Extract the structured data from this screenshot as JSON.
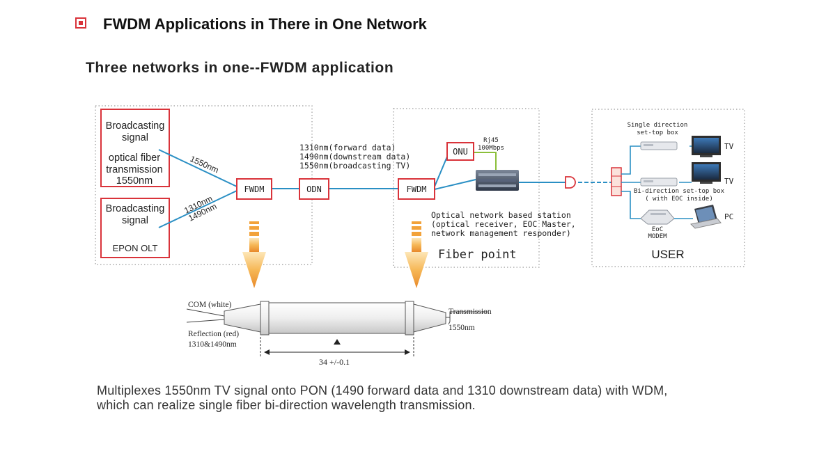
{
  "header": {
    "title": "FWDM Applications in There in One Network",
    "bullet_color": "#d9333a"
  },
  "subtitle": "Three networks in one--FWDM application",
  "olt_section": {
    "broadcast_top": [
      "Broadcasting",
      "signal"
    ],
    "fiber_lines": [
      "optical fiber",
      "transmission",
      "1550nm"
    ],
    "broadcast_bottom": [
      "Broadcasting",
      "signal"
    ],
    "olt_label": "EPON OLT",
    "wl_1550": "1550nm",
    "wl_1310": "1310nm",
    "wl_1490": "1490nm"
  },
  "nodes": {
    "fwdm_left": "FWDM",
    "odn": "ODN",
    "fwdm_right": "FWDM",
    "onu": "ONU"
  },
  "wavelength_notes": [
    "1310nm(forward data)",
    "1490nm(downstream data)",
    "1550nm(broadcasting TV)"
  ],
  "rj45": [
    "Rj45",
    "100Mbps"
  ],
  "station_notes": [
    "Optical network based station",
    "(optical receiver, EOC Master,",
    "network management responder)"
  ],
  "fiber_point": "Fiber point",
  "user_section": {
    "single_dir": [
      "Single direction",
      "set-top box"
    ],
    "tv1": "TV",
    "tv2": "TV",
    "bi_dir": [
      "Bi-direction set-top box",
      "( with EOC inside)"
    ],
    "pc": "PC",
    "eoc_modem": [
      "EoC",
      "MODEM"
    ],
    "user": "USER"
  },
  "component": {
    "com": "COM (white)",
    "reflection": "Reflection (red)",
    "reflection_wl": "1310&1490nm",
    "transmission": "Transmission",
    "transmission_wl": "1550nm",
    "dimension": "34 +/-0.1"
  },
  "caption": [
    "Multiplexes 1550nm TV signal onto PON (1490 forward data and 1310 downstream data) with WDM,",
    "which can realize single fiber bi-direction wavelength transmission."
  ],
  "colors": {
    "red_box": "#d9333a",
    "fiber_blue": "#2a8fc4",
    "green_link": "#8bbf3a",
    "arrow_orange": "#f2a23a"
  }
}
